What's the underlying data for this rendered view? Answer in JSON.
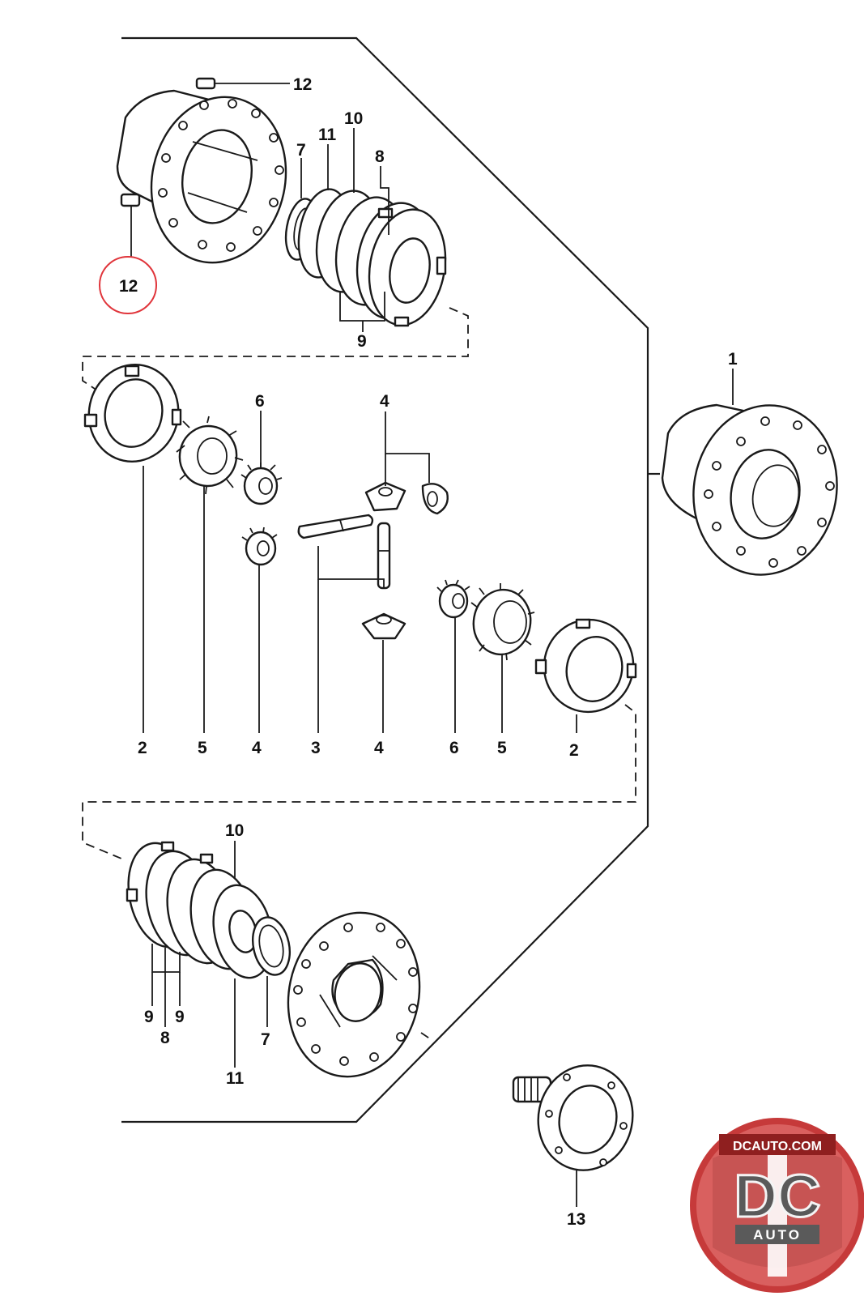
{
  "diagram": {
    "callouts": {
      "n12_top": "12",
      "n12_circled": "12",
      "n7_top": "7",
      "n11_top": "11",
      "n10_top": "10",
      "n8_top": "8",
      "n9_top": "9",
      "n1": "1",
      "n2_left": "2",
      "n5_left": "5",
      "n4_left": "4",
      "n3": "3",
      "n4_mid": "4",
      "n6_right": "6",
      "n5_right": "5",
      "n2_right": "2",
      "n6_top": "6",
      "n4_top": "4",
      "n10_bottom": "10",
      "n9_bottom_a": "9",
      "n8_bottom": "8",
      "n9_bottom_b": "9",
      "n7_bottom": "7",
      "n11_bottom": "11",
      "n13": "13"
    },
    "highlight_color": "#e0343a"
  },
  "logo": {
    "site": "DCAUTO.COM",
    "mark": "DC",
    "word": "AUTO",
    "ring_color": "#c63a3a"
  }
}
